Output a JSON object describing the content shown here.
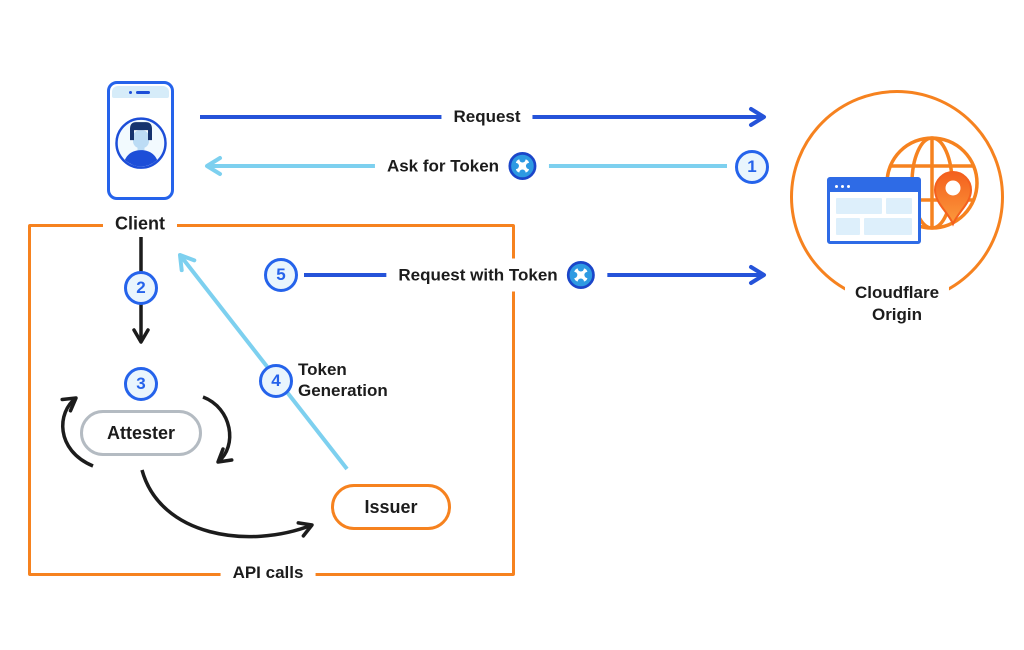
{
  "labels": {
    "client": "Client",
    "api_calls": "API calls",
    "cloudflare_line1": "Cloudflare",
    "cloudflare_line2": "Origin",
    "attester": "Attester",
    "issuer": "Issuer"
  },
  "arrows": {
    "request": "Request",
    "ask_for_token": "Ask for Token",
    "request_with_token": "Request with Token",
    "token_generation_line1": "Token",
    "token_generation_line2": "Generation"
  },
  "steps": {
    "s1": "1",
    "s2": "2",
    "s3": "3",
    "s4": "4",
    "s5": "5"
  },
  "colors": {
    "blue_arrow": "#2553d9",
    "light_blue_arrow": "#7dd0ef",
    "orange": "#f6821f",
    "step_blue": "#2563eb",
    "text_black": "#1c1c1c",
    "attester_gray": "#b4bbc2"
  },
  "icons": {
    "phone": "phone-client-icon",
    "avatar": "user-avatar-icon",
    "token": "token-icon",
    "globe": "globe-icon",
    "browser": "browser-window-icon",
    "pin": "location-pin-icon"
  }
}
